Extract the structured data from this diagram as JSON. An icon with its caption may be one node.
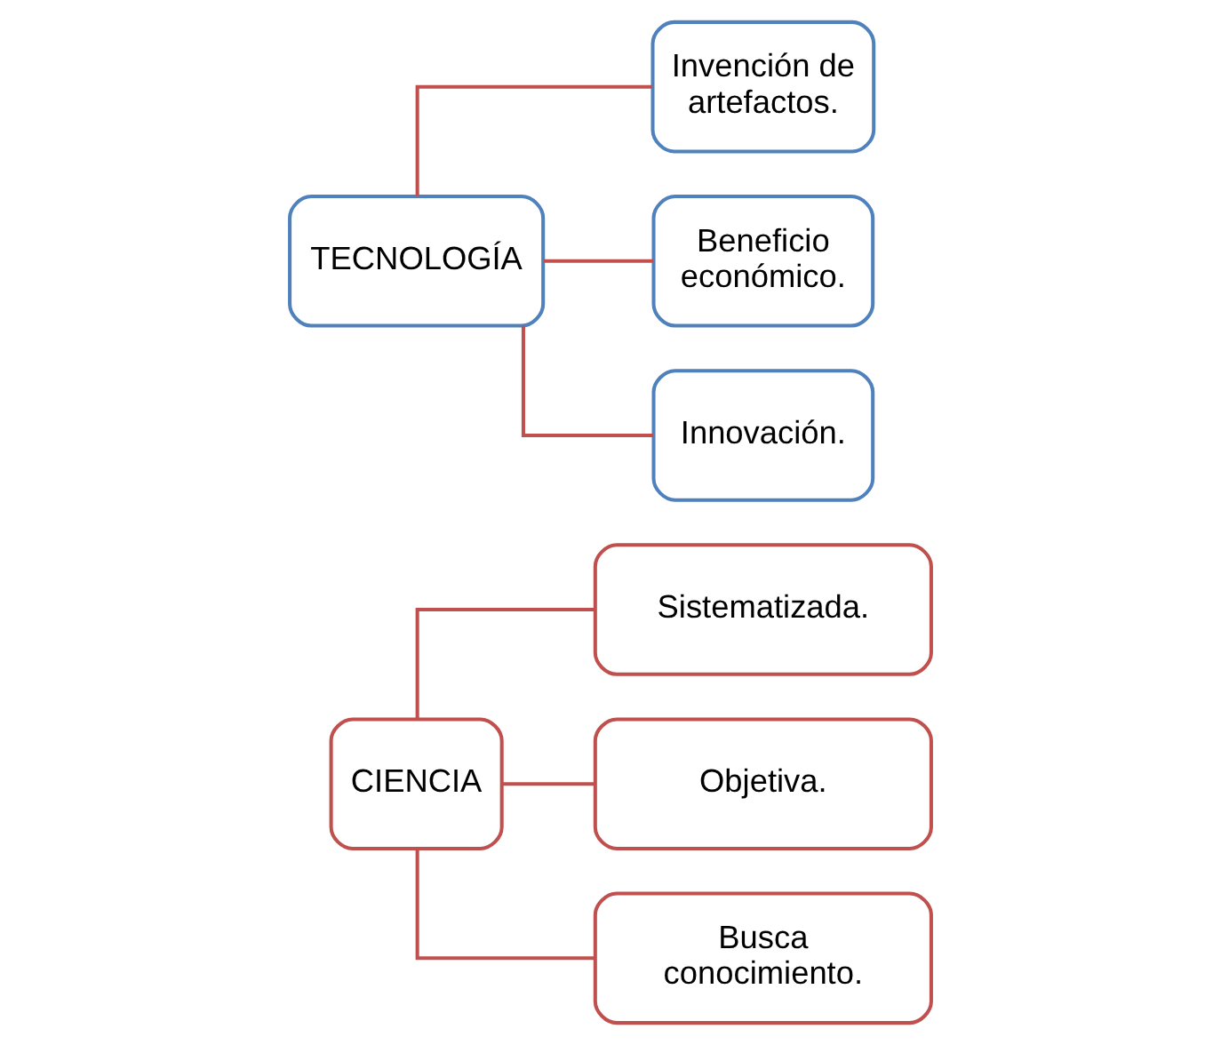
{
  "diagram": {
    "nodes": [
      {
        "text": [
          "CIENCIA"
        ]
      },
      {
        "text": [
          "Sistematizada."
        ]
      },
      {
        "text": [
          "Objetiva."
        ]
      },
      {
        "text": [
          "Busca conocimiento."
        ]
      },
      {
        "text": [
          "TECNOLOGÍA"
        ]
      },
      {
        "text": [
          "Invención de artefactos."
        ]
      },
      {
        "text": [
          "Beneficio económico."
        ]
      },
      {
        "text": [
          "Innovación."
        ]
      }
    ],
    "edges": [
      {
        "from": 0,
        "to": 1,
        "arrow": "none"
      },
      {
        "from": 0,
        "to": 2,
        "arrow": "none"
      },
      {
        "from": 0,
        "to": 3,
        "arrow": "none"
      },
      {
        "from": 4,
        "to": 5,
        "arrow": "none"
      },
      {
        "from": 4,
        "to": 6,
        "arrow": "none"
      },
      {
        "from": 4,
        "to": 7,
        "arrow": "none"
      }
    ]
  }
}
